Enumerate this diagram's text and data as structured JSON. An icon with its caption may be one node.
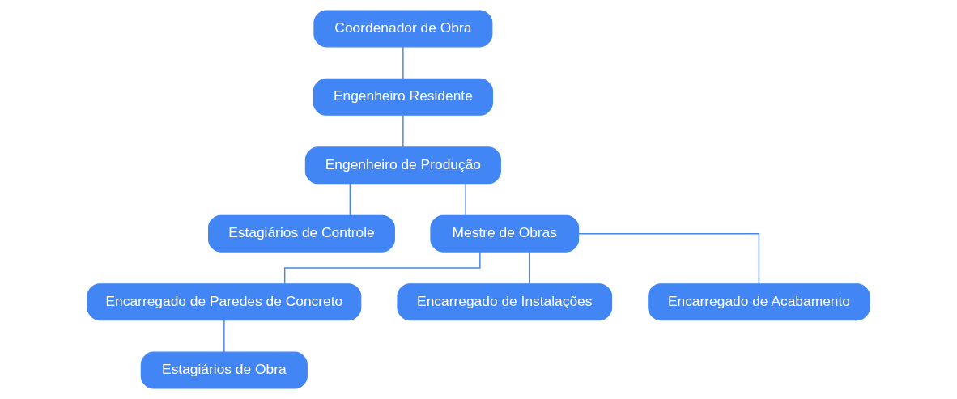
{
  "diagram": {
    "nodes": [
      {
        "text": [
          "Coordenador de Obra"
        ]
      },
      {
        "text": [
          "Engenheiro Residente"
        ]
      },
      {
        "text": [
          "Engenheiro de Produção"
        ]
      },
      {
        "text": [
          "Estagiários de Controle"
        ]
      },
      {
        "text": [
          "Mestre de Obras"
        ]
      },
      {
        "text": [
          "Encarregado de Paredes de Concreto"
        ]
      },
      {
        "text": [
          "Encarregado de Instalações"
        ]
      },
      {
        "text": [
          "Encarregado de Acabamento"
        ]
      },
      {
        "text": [
          "Estagiários de Obra"
        ]
      }
    ],
    "edges": [
      {
        "from": 0,
        "to": 1,
        "arrow": "none"
      },
      {
        "from": 1,
        "to": 2,
        "arrow": "none"
      },
      {
        "from": 2,
        "to": 3,
        "arrow": "none"
      },
      {
        "from": 2,
        "to": 4,
        "arrow": "none"
      },
      {
        "from": 4,
        "to": 5,
        "arrow": "none"
      },
      {
        "from": 4,
        "to": 6,
        "arrow": "none"
      },
      {
        "from": 4,
        "to": 7,
        "arrow": "none"
      },
      {
        "from": 5,
        "to": 8,
        "arrow": "none"
      }
    ]
  }
}
